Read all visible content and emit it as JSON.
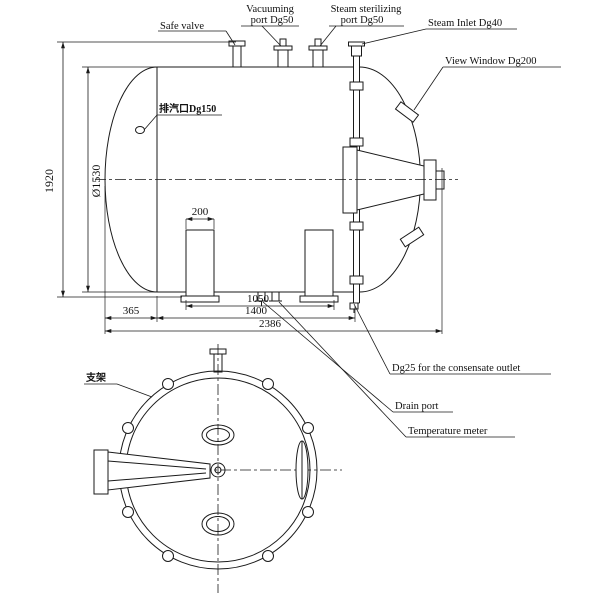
{
  "colors": {
    "ink": "#1a1a1a",
    "background": "#ffffff"
  },
  "side_view": {
    "callouts": {
      "safe_valve": "Safe valve",
      "vacuuming_line1": "Vacuuming",
      "vacuuming_line2": "port Dg50",
      "steam_sterilizing_line1": "Steam sterilizing",
      "steam_sterilizing_line2": "port Dg50",
      "steam_inlet": "Steam Inlet Dg40",
      "view_window": "View Window Dg200",
      "exhaust_port": "排汽口Dg150",
      "condensate_outlet": "Dg25 for the consensate outlet",
      "drain_port": "Drain port",
      "temperature_meter": "Temperature meter"
    },
    "dimensions": {
      "overall_height": "1920",
      "shell_diameter": "Ø1530",
      "leg_width": "200",
      "head_depth": "365",
      "leg_span": "1050",
      "shell_length": "1400",
      "overall_length": "2386"
    }
  },
  "end_view": {
    "callouts": {
      "support_bracket": "支架"
    }
  }
}
